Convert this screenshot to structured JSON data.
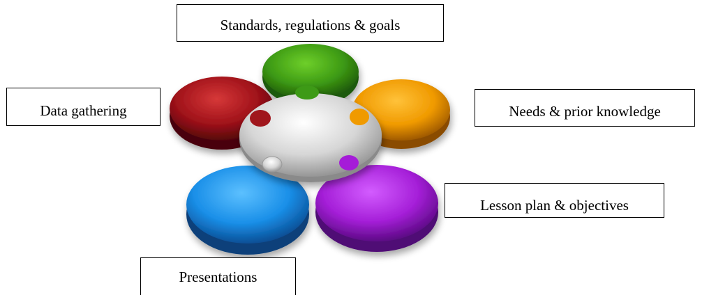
{
  "labels": {
    "standards": "Standards, regulations & goals",
    "data_gathering": "Data gathering",
    "needs": "Needs & prior knowledge",
    "lesson_plan": "Lesson plan & objectives",
    "presentations": "Presentations"
  },
  "petal_colors": {
    "green": "#3d9a14",
    "orange": "#f09a00",
    "purple": "#a51fd8",
    "blue": "#1a8fe8",
    "red": "#a0121a",
    "center": "#c8c8c8"
  }
}
